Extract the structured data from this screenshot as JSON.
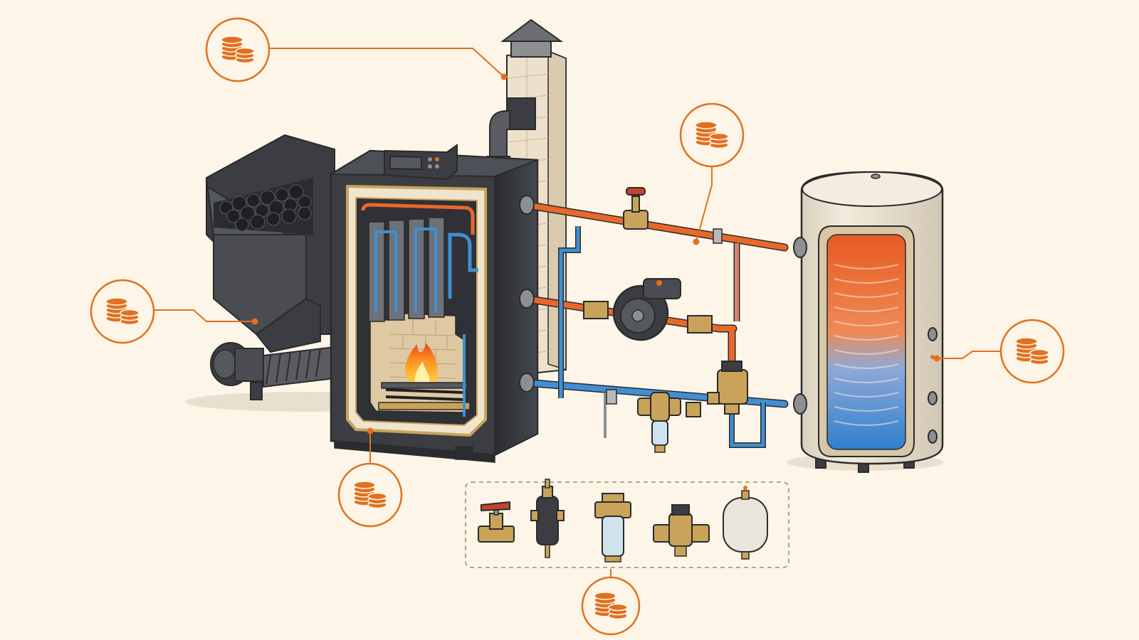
{
  "colors": {
    "background": "#fcf5e8",
    "accent_orange": "#e2701f",
    "hot_pipe": "#e8682a",
    "cold_pipe": "#3f8fd2",
    "boiler_body": "#3b3d42",
    "brass": "#c9a35a",
    "tank_shell": "#ece3d2",
    "chimney_brick": "#ede1cc",
    "outline": "#2b2b2b"
  },
  "components": {
    "boiler": "coal-boiler-cutaway",
    "hopper": "coal-hopper",
    "auger": "screw-feeder",
    "chimney": "brick-chimney",
    "controller": "boiler-control-panel",
    "pump": "circulation-pump",
    "tank": "indirect-hot-water-tank",
    "fittings": [
      "ball-valve",
      "air-separator",
      "mesh-filter",
      "mixing-valve",
      "expansion-vessel"
    ]
  },
  "cost_markers": [
    {
      "id": "chimney",
      "icon": "coin-stack-icon"
    },
    {
      "id": "piping",
      "icon": "coin-stack-icon"
    },
    {
      "id": "hopper",
      "icon": "coin-stack-icon"
    },
    {
      "id": "boiler",
      "icon": "coin-stack-icon"
    },
    {
      "id": "tank",
      "icon": "coin-stack-icon"
    },
    {
      "id": "fittings",
      "icon": "coin-stack-icon"
    }
  ]
}
